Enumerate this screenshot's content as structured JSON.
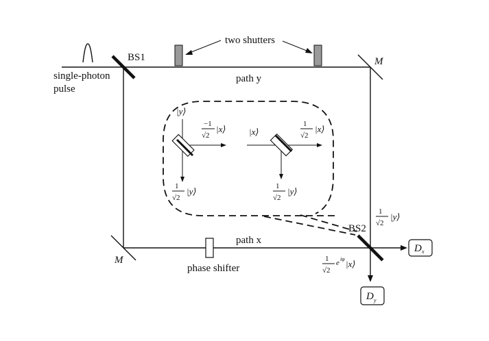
{
  "labels": {
    "bs1": "BS1",
    "bs2": "BS2",
    "mirror": "M",
    "source_line1": "single-photon",
    "source_line2": "pulse",
    "shutters": "two shutters",
    "path_y": "path y",
    "path_x": "path x",
    "phase_shifter": "phase shifter",
    "detector_x": "D",
    "detector_x_sub": "x",
    "detector_y": "D",
    "detector_y_sub": "y"
  },
  "math": {
    "frac_neg_num": "−1",
    "frac_num": "1",
    "sqrt2": "√2",
    "ket_y": "|y⟩",
    "ket_x": "|x⟩",
    "phase": "e",
    "phase_exp": "iφ"
  }
}
